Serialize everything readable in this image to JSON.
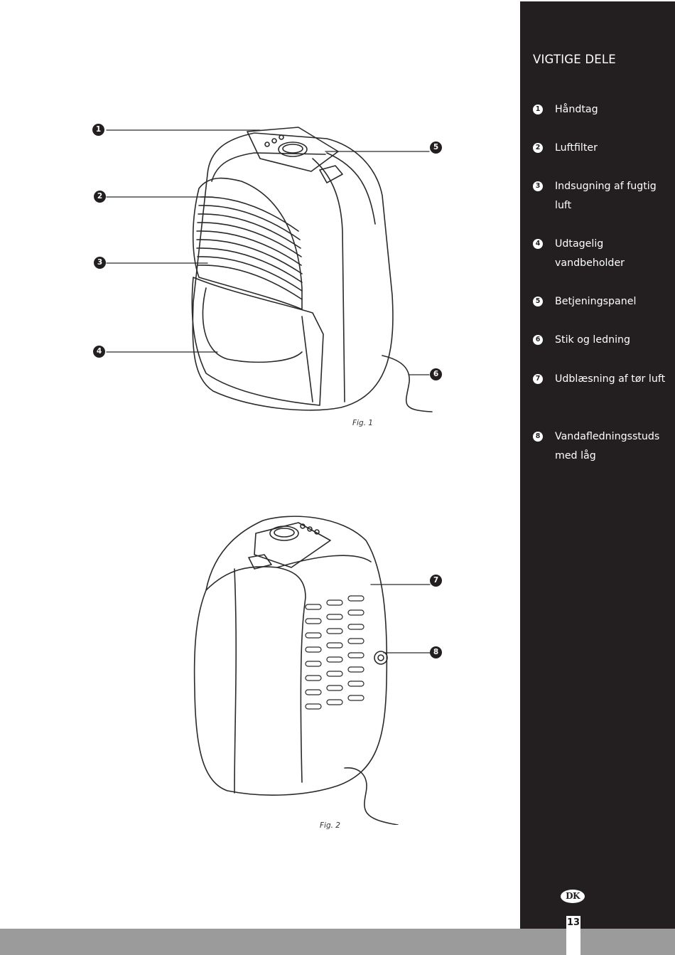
{
  "sidebar": {
    "title": "VIGTIGE DELE",
    "parts": [
      {
        "num": "1",
        "label": "Håndtag"
      },
      {
        "num": "2",
        "label": "Luftfilter"
      },
      {
        "num": "3",
        "label": "Indsugning af fugtig luft"
      },
      {
        "num": "4",
        "label": "Udtagelig vandbeholder"
      },
      {
        "num": "5",
        "label": "Betjeningspanel"
      },
      {
        "num": "6",
        "label": "Stik og ledning"
      },
      {
        "num": "7",
        "label": "Udblæsning af tør luft"
      },
      {
        "num": "8",
        "label": "Vandafledningsstuds med låg"
      }
    ]
  },
  "figures": {
    "fig1": {
      "caption": "Fig. 1",
      "callouts": [
        "1",
        "2",
        "3",
        "4",
        "5",
        "6"
      ]
    },
    "fig2": {
      "caption": "Fig. 2",
      "callouts": [
        "7",
        "8"
      ]
    }
  },
  "footer": {
    "language_badge": "DK",
    "page_number": "13"
  }
}
